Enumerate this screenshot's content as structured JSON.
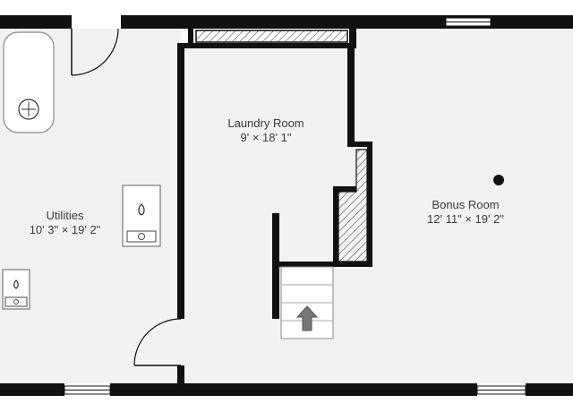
{
  "rooms": [
    {
      "name": "Utilities",
      "size": "10' 3\" × 19' 2\""
    },
    {
      "name": "Laundry Room",
      "size": "9' × 18' 1\""
    },
    {
      "name": "Bonus Room",
      "size": "12' 11\" × 19' 2\""
    }
  ],
  "colors": {
    "wall": "#111111",
    "floor": "#f2f2f2",
    "text": "#3a3a3a",
    "hatch": "#555555",
    "window": "#ffffff",
    "arrow": "#777777"
  },
  "icons": [
    "water-heater-icon",
    "furnace-icon",
    "stair-direction-arrow-icon",
    "floor-drain-icon"
  ]
}
